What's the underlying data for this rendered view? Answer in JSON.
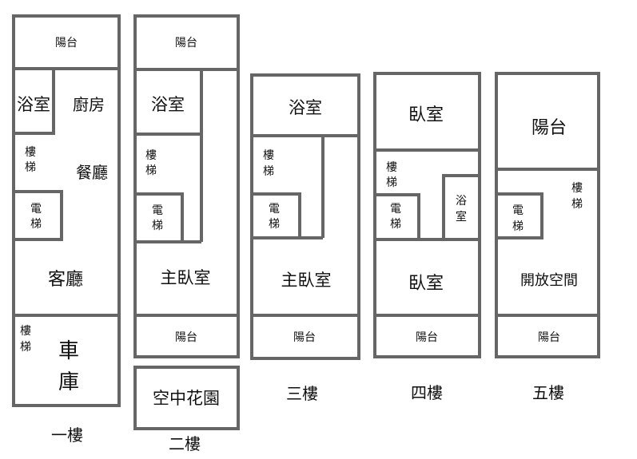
{
  "floors": [
    {
      "label": "一樓",
      "rooms": {
        "balcony": "陽台",
        "bath": "浴室",
        "kitchen": "廚房",
        "stairs": [
          "樓",
          "梯"
        ],
        "dining": "餐廳",
        "elevator": [
          "電",
          "梯"
        ],
        "living": "客廳",
        "stairs2": [
          "樓",
          "梯"
        ],
        "garage": [
          "車",
          "庫"
        ]
      }
    },
    {
      "label": "二樓",
      "rooms": {
        "balcony": "陽台",
        "bath": "浴室",
        "stairs": [
          "樓",
          "梯"
        ],
        "elevator": [
          "電",
          "梯"
        ],
        "master": "主臥室",
        "balcony2": "陽台",
        "garden": "空中花園"
      }
    },
    {
      "label": "三樓",
      "rooms": {
        "bath": "浴室",
        "stairs": [
          "樓",
          "梯"
        ],
        "elevator": [
          "電",
          "梯"
        ],
        "master": "主臥室",
        "balcony": "陽台"
      }
    },
    {
      "label": "四樓",
      "rooms": {
        "bedroom1": "臥室",
        "stairs": [
          "樓",
          "梯"
        ],
        "elevator": [
          "電",
          "梯"
        ],
        "bath": [
          "浴",
          "室"
        ],
        "bedroom2": "臥室",
        "balcony": "陽台"
      }
    },
    {
      "label": "五樓",
      "rooms": {
        "balcony_top": "陽台",
        "stairs": [
          "樓",
          "梯"
        ],
        "elevator": [
          "電",
          "梯"
        ],
        "open": "開放空間",
        "balcony": "陽台"
      }
    }
  ]
}
